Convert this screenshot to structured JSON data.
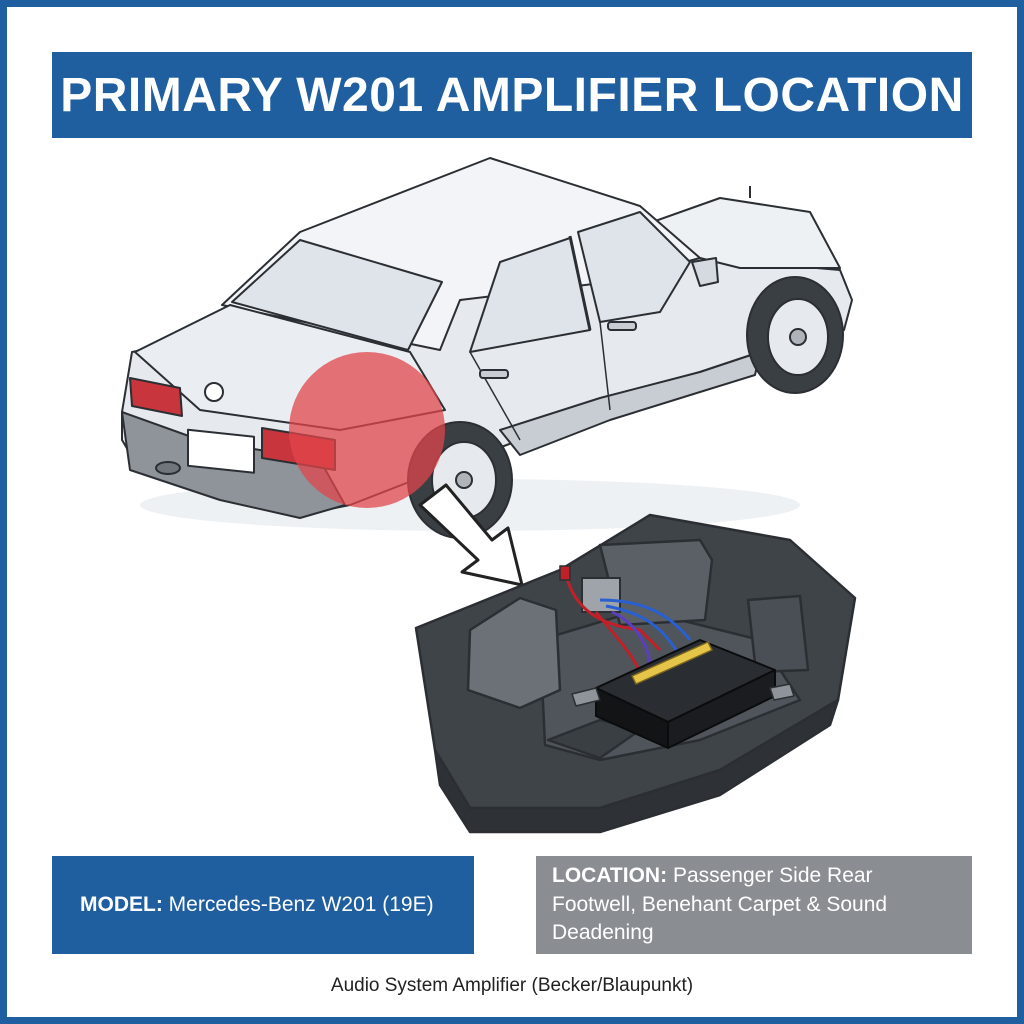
{
  "title": "PRIMARY W201 AMPLIFIER LOCATION",
  "model": {
    "label": "MODEL:",
    "value": "Mercedes-Benz W201 (19E)"
  },
  "location": {
    "label": "LOCATION:",
    "value": "Passenger Side Rear Footwell, Benehant Carpet & Sound Deadening"
  },
  "caption": "Audio System Amplifier (Becker/Blaupunkt)",
  "colors": {
    "banner": "#1f5fa0",
    "location_box": "#8a8e93",
    "highlight": "#e0454b",
    "amplifier": "#17191c",
    "footwell": "#4a4f55"
  },
  "icons": [
    "sedan-illustration",
    "highlight-circle",
    "pointer-arrow",
    "footwell-cutaway",
    "amplifier-box",
    "wiring-harness"
  ]
}
